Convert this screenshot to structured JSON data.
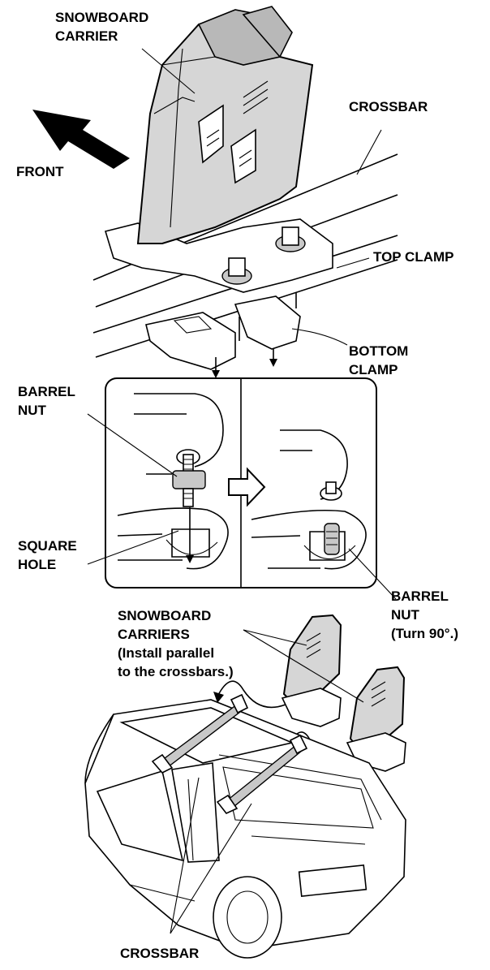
{
  "labels": {
    "snowboard_carrier": [
      "SNOWBOARD",
      "CARRIER"
    ],
    "crossbar_top": "CROSSBAR",
    "front": "FRONT",
    "top_clamp": "TOP CLAMP",
    "bottom_clamp": [
      "BOTTOM",
      "CLAMP"
    ],
    "barrel_nut_left": [
      "BARREL",
      "NUT"
    ],
    "square_hole": [
      "SQUARE",
      "HOLE"
    ],
    "barrel_nut_right": [
      "BARREL",
      "NUT",
      "(Turn 90°.)"
    ],
    "snowboard_carriers": [
      "SNOWBOARD",
      "CARRIERS",
      "(Install parallel",
      "to the crossbars.)"
    ],
    "crossbar_bottom": "CROSSBAR"
  },
  "icons": [
    "front-arrow-icon",
    "right-arrow-icon",
    "down-arrow-icon"
  ],
  "colors": {
    "line": "#000000",
    "part_fill": "#d6d6d6",
    "highlight_fill": "#c8c8c8",
    "background": "#ffffff"
  }
}
